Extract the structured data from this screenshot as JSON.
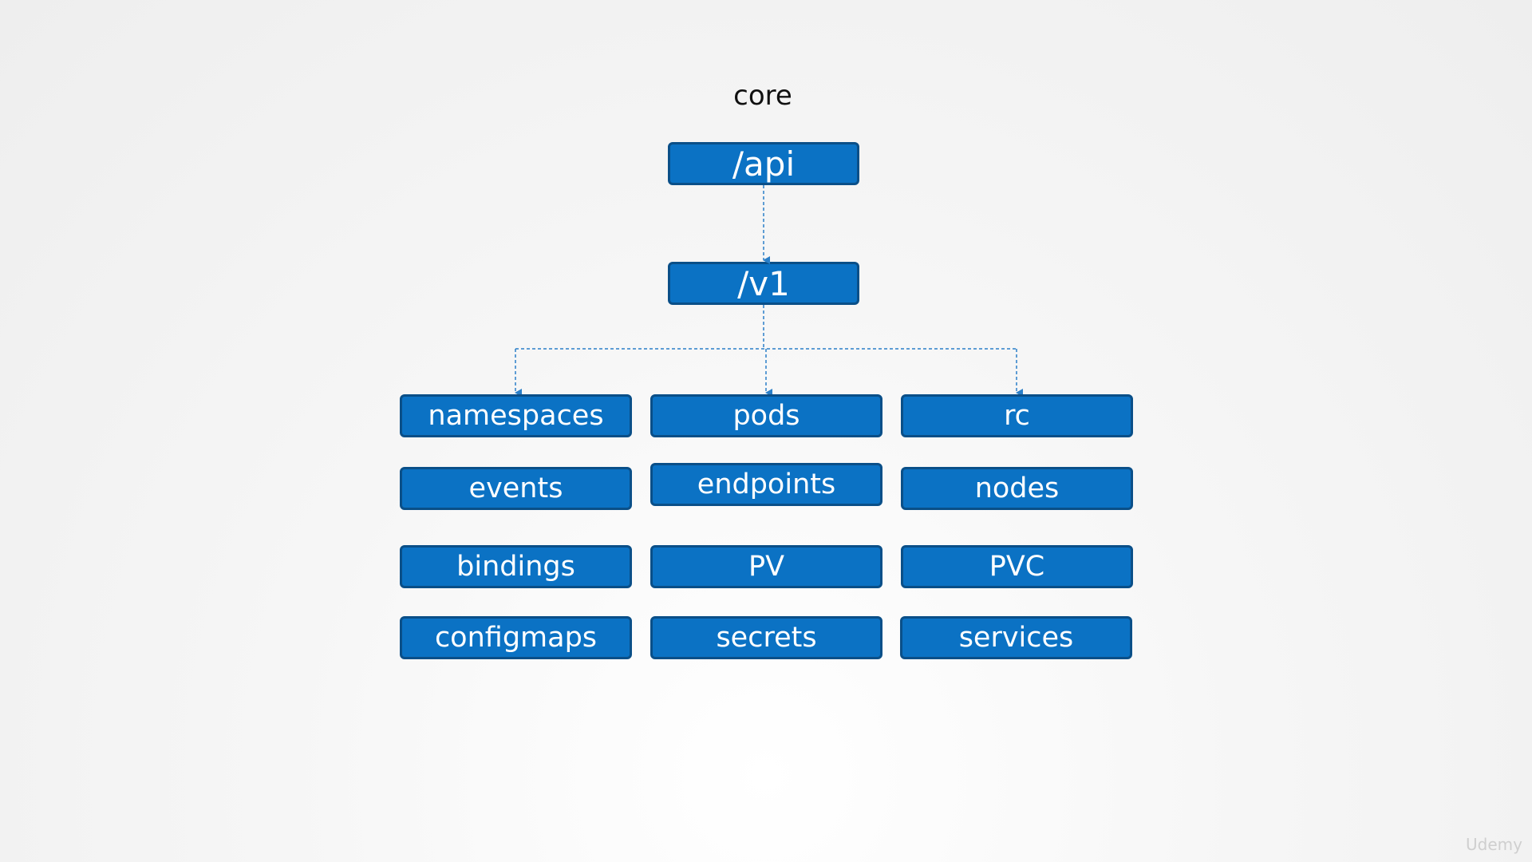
{
  "title": "core",
  "api_box": "/api",
  "v1_box": "/v1",
  "resources": [
    [
      "namespaces",
      "pods",
      "rc"
    ],
    [
      "events",
      "endpoints",
      "nodes"
    ],
    [
      "bindings",
      "PV",
      "PVC"
    ],
    [
      "configmaps",
      "secrets",
      "services"
    ]
  ],
  "watermark": "Udemy",
  "colors": {
    "box_fill": "#0b72c4",
    "box_border": "#0a4f88",
    "connector": "#2a7fc8"
  }
}
